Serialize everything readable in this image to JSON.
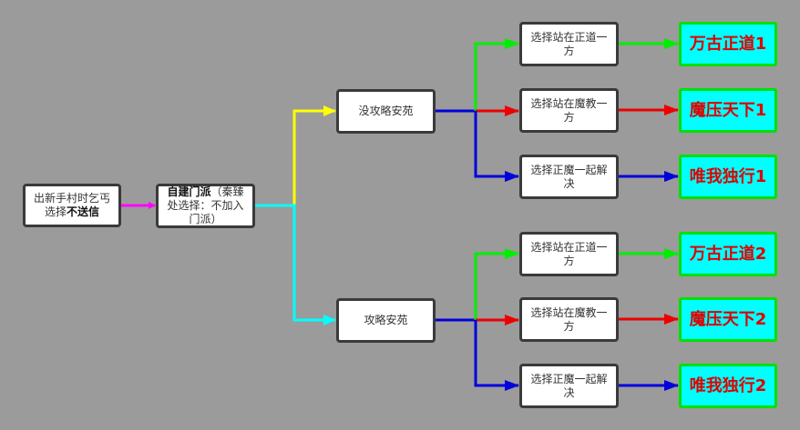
{
  "nodes": {
    "start": {
      "text_a": "出新手村时乞丐选择",
      "text_b": "不送信"
    },
    "sect": {
      "text_a": "自建门派",
      "text_b": "（秦臻处选择：不加入门派）"
    },
    "no_strategy": "没攻略安苑",
    "strategy": "攻略安苑",
    "upper": [
      "选择站在正道一方",
      "选择站在魔教一方",
      "选择正魔一起解决"
    ],
    "lower": [
      "选择站在正道一方",
      "选择站在魔教一方",
      "选择正魔一起解决"
    ],
    "results_upper": [
      "万古正道1",
      "魔压天下1",
      "唯我独行1"
    ],
    "results_lower": [
      "万古正道2",
      "魔压天下2",
      "唯我独行2"
    ]
  },
  "colors": {
    "magenta": "#ff00ff",
    "yellow": "#ffff00",
    "cyan": "#00ffff",
    "blue": "#0000dd",
    "green": "#00ee00",
    "red": "#ee0000"
  }
}
